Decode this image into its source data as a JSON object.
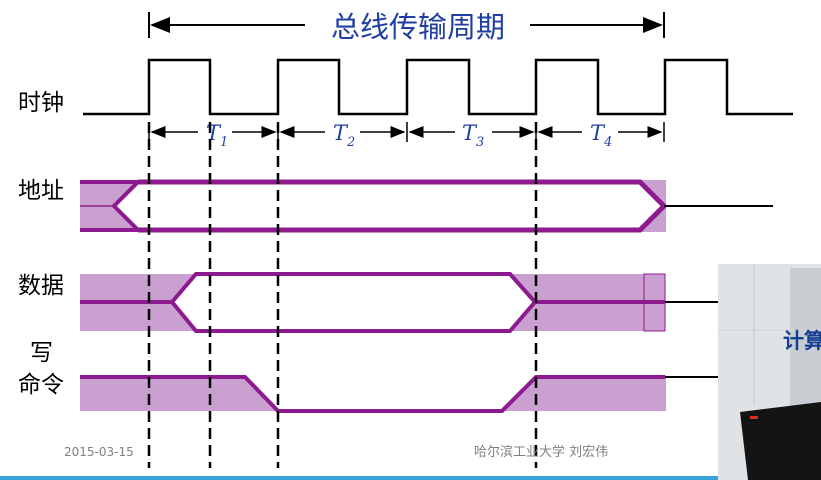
{
  "slide": {
    "title": "总线传输周期",
    "date": "2015-03-15",
    "footer": "哈尔滨工业大学  刘宏伟"
  },
  "signals": {
    "clock": "时钟",
    "address": "地址",
    "data": "数据",
    "write_line1": "写",
    "write_line2": "命令"
  },
  "periods": [
    {
      "letter": "T",
      "sub": "1"
    },
    {
      "letter": "T",
      "sub": "2"
    },
    {
      "letter": "T",
      "sub": "3"
    },
    {
      "letter": "T",
      "sub": "4"
    }
  ],
  "video": {
    "caption": "计算"
  },
  "colors": {
    "bus_fill": "#c9a0cf",
    "bus_line": "#8e1a8f",
    "title_text": "#1f3fa3",
    "period_text": "#1f3fa3",
    "footer_line": "#37a3d8"
  }
}
